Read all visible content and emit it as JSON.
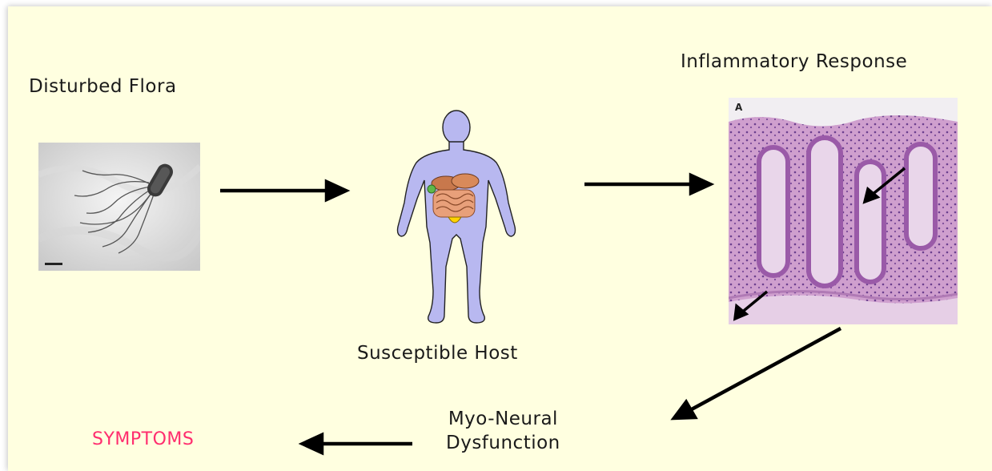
{
  "labels": {
    "disturbed_flora": "Disturbed Flora",
    "inflammatory_response": "Inflammatory Response",
    "susceptible_host": "Susceptible Host",
    "myo_neural_line1": "Myo-Neural",
    "myo_neural_line2": "Dysfunction",
    "symptoms": "SYMPTOMS"
  },
  "histology_panel_letter": "A",
  "colors": {
    "background": "#ffffe0",
    "symptoms_text": "#ff2d6e",
    "arrow": "#000000",
    "body": "#b8b8f0"
  }
}
